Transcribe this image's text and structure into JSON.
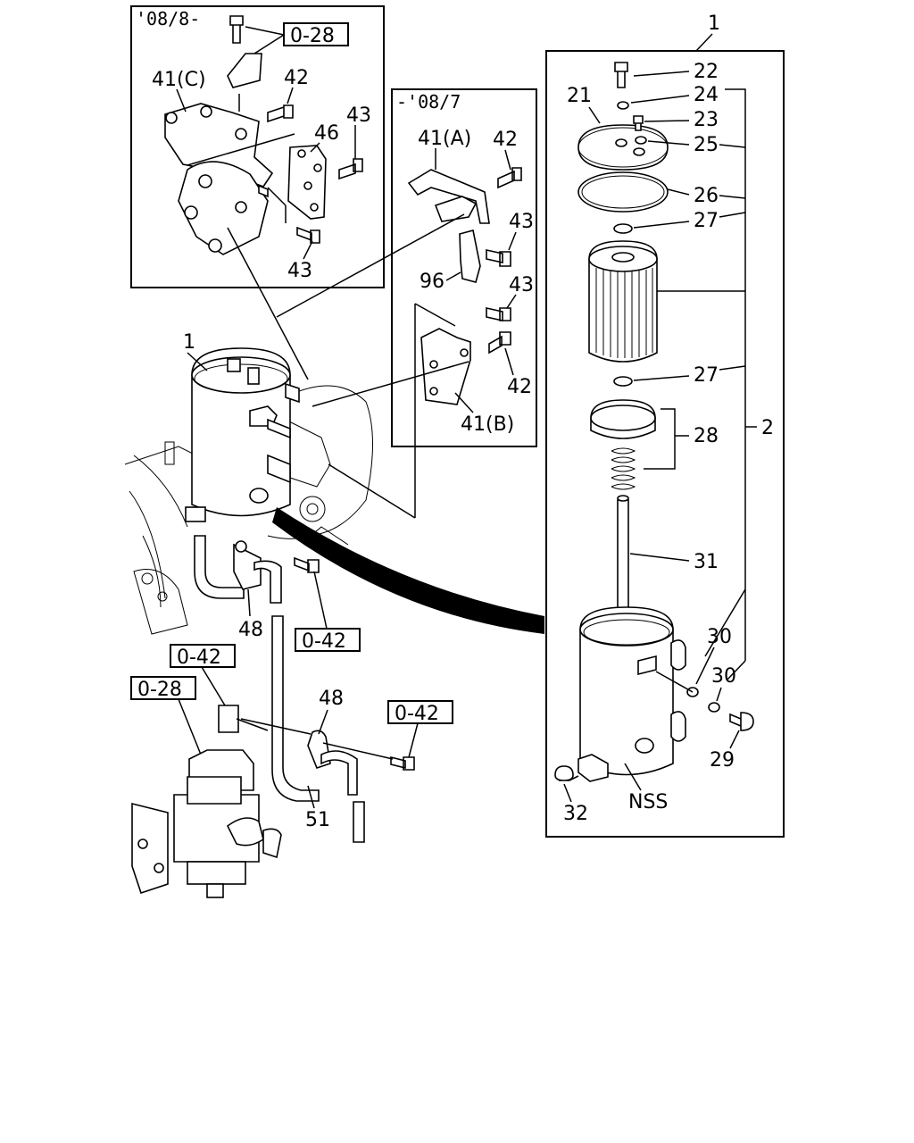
{
  "insets": {
    "late": "'08/8-",
    "early": "-'08/7"
  },
  "callouts": {
    "ref_028_top": "0-28",
    "ref_042_mid": "0-42",
    "ref_042_left": "0-42",
    "ref_028_left": "0-28",
    "ref_042_right": "0-42"
  },
  "labels": {
    "p41c": "41(C)",
    "p42_c": "42",
    "p43_c": "43",
    "p46": "46",
    "p43_c2": "43",
    "p41a": "41(A)",
    "p42_a": "42",
    "p43_a": "43",
    "p96": "96",
    "p43_b": "43",
    "p42_b": "42",
    "p41b": "41(B)",
    "p1_main": "1",
    "p48_a": "48",
    "p48_b": "48",
    "p51": "51",
    "p1_right": "1",
    "p22": "22",
    "p21": "21",
    "p24": "24",
    "p23": "23",
    "p25": "25",
    "p26": "26",
    "p27_a": "27",
    "p27_b": "27",
    "p28": "28",
    "p2": "2",
    "p31": "31",
    "p30_a": "30",
    "p30_b": "30",
    "p29": "29",
    "p32": "32",
    "nss": "NSS"
  }
}
